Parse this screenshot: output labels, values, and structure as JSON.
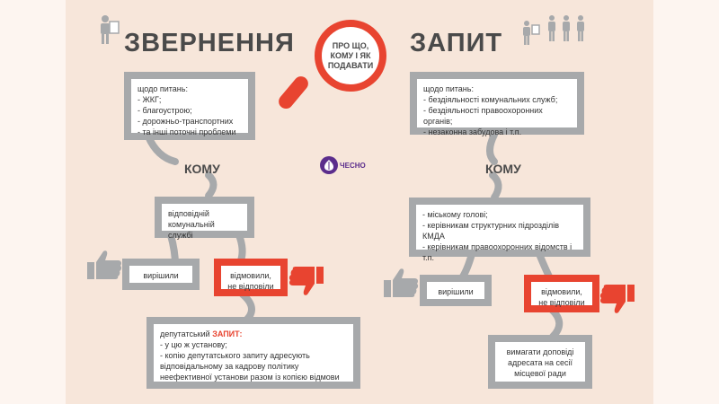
{
  "left": {
    "title": "ЗВЕРНЕННЯ",
    "topics_heading": "щодо питань:",
    "topics": [
      "ЖКГ;",
      "благоустрою;",
      "дорожньо-транспортних",
      "та інші поточні проблеми"
    ],
    "whom_label": "КОМУ",
    "recipient": "відповідній комунальній службі",
    "resolved": "вирішили",
    "refused": "відмовили, не відповіли",
    "deputy_heading_prefix": "депутатський",
    "deputy_heading_em": "ЗАПИТ:",
    "deputy_items": [
      "у цю ж установу;",
      "копію депутатського запиту адресують відповідальному за кадрову політику неефективної установи разом із копією відмови"
    ]
  },
  "center": {
    "question": "ПРО ЩО, КОМУ І ЯК ПОДАВАТИ",
    "logo_text": "ЧЕСНО"
  },
  "right": {
    "title": "ЗАПИТ",
    "topics_heading": "щодо питань:",
    "topics": [
      "бездіяльності комунальних служб;",
      "бездіяльності правоохоронних органів;",
      "незаконна забудова і т.п."
    ],
    "whom_label": "КОМУ",
    "recipients": [
      "міському голові;",
      "керівникам структурних підрозділів КМДА",
      "керівникам правоохоронних відомств і т.п."
    ],
    "resolved": "вирішили",
    "refused": "відмовили, не відповіли",
    "demand": "вимагати доповіді адресата на сесії місцевої ради"
  },
  "colors": {
    "accent": "#e84430",
    "gray": "#a7a9ab",
    "text": "#4a4a4a",
    "brand": "#5b2d8c",
    "background": "#f7e6da"
  },
  "icons": [
    "person-with-document-icon",
    "thumbs-up-icon",
    "thumbs-down-icon",
    "magnifier-icon",
    "garlic-logo-icon"
  ]
}
